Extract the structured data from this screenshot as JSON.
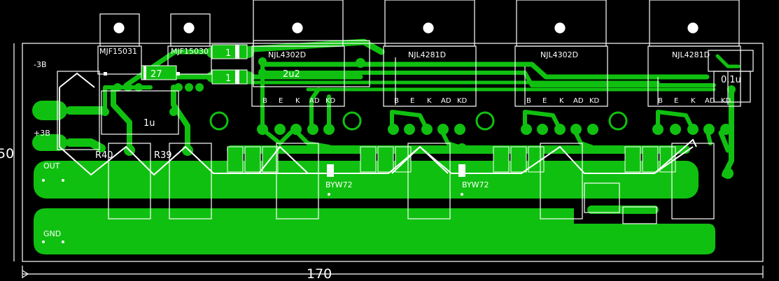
{
  "board": {
    "width_dimension": "170",
    "height_dimension": "50"
  },
  "rails": {
    "neg_supply": "-3B",
    "pos_supply": "+3B",
    "output": "OUT",
    "ground": "GND"
  },
  "drivers": [
    {
      "part": "MJF15031"
    },
    {
      "part": "MJF15030"
    }
  ],
  "output_transistors": [
    {
      "part": "NJL4302D"
    },
    {
      "part": "NJL4281D"
    },
    {
      "part": "NJL4302D"
    },
    {
      "part": "NJL4281D"
    }
  ],
  "pin_labels": [
    "B",
    "E",
    "K",
    "AD",
    "KD"
  ],
  "passives": {
    "diode1": "1",
    "diode2": "1",
    "resistor_27": "27",
    "cap_1u": "1u",
    "cap_2u2": "2u2",
    "cap_01u": "0.1u",
    "r40": "R40",
    "r39": "R39",
    "byw72_a": "BYW72",
    "byw72_b": "BYW72"
  },
  "colors": {
    "copper": "#10c010",
    "silkscreen": "#ffffff",
    "background": "#000000"
  }
}
